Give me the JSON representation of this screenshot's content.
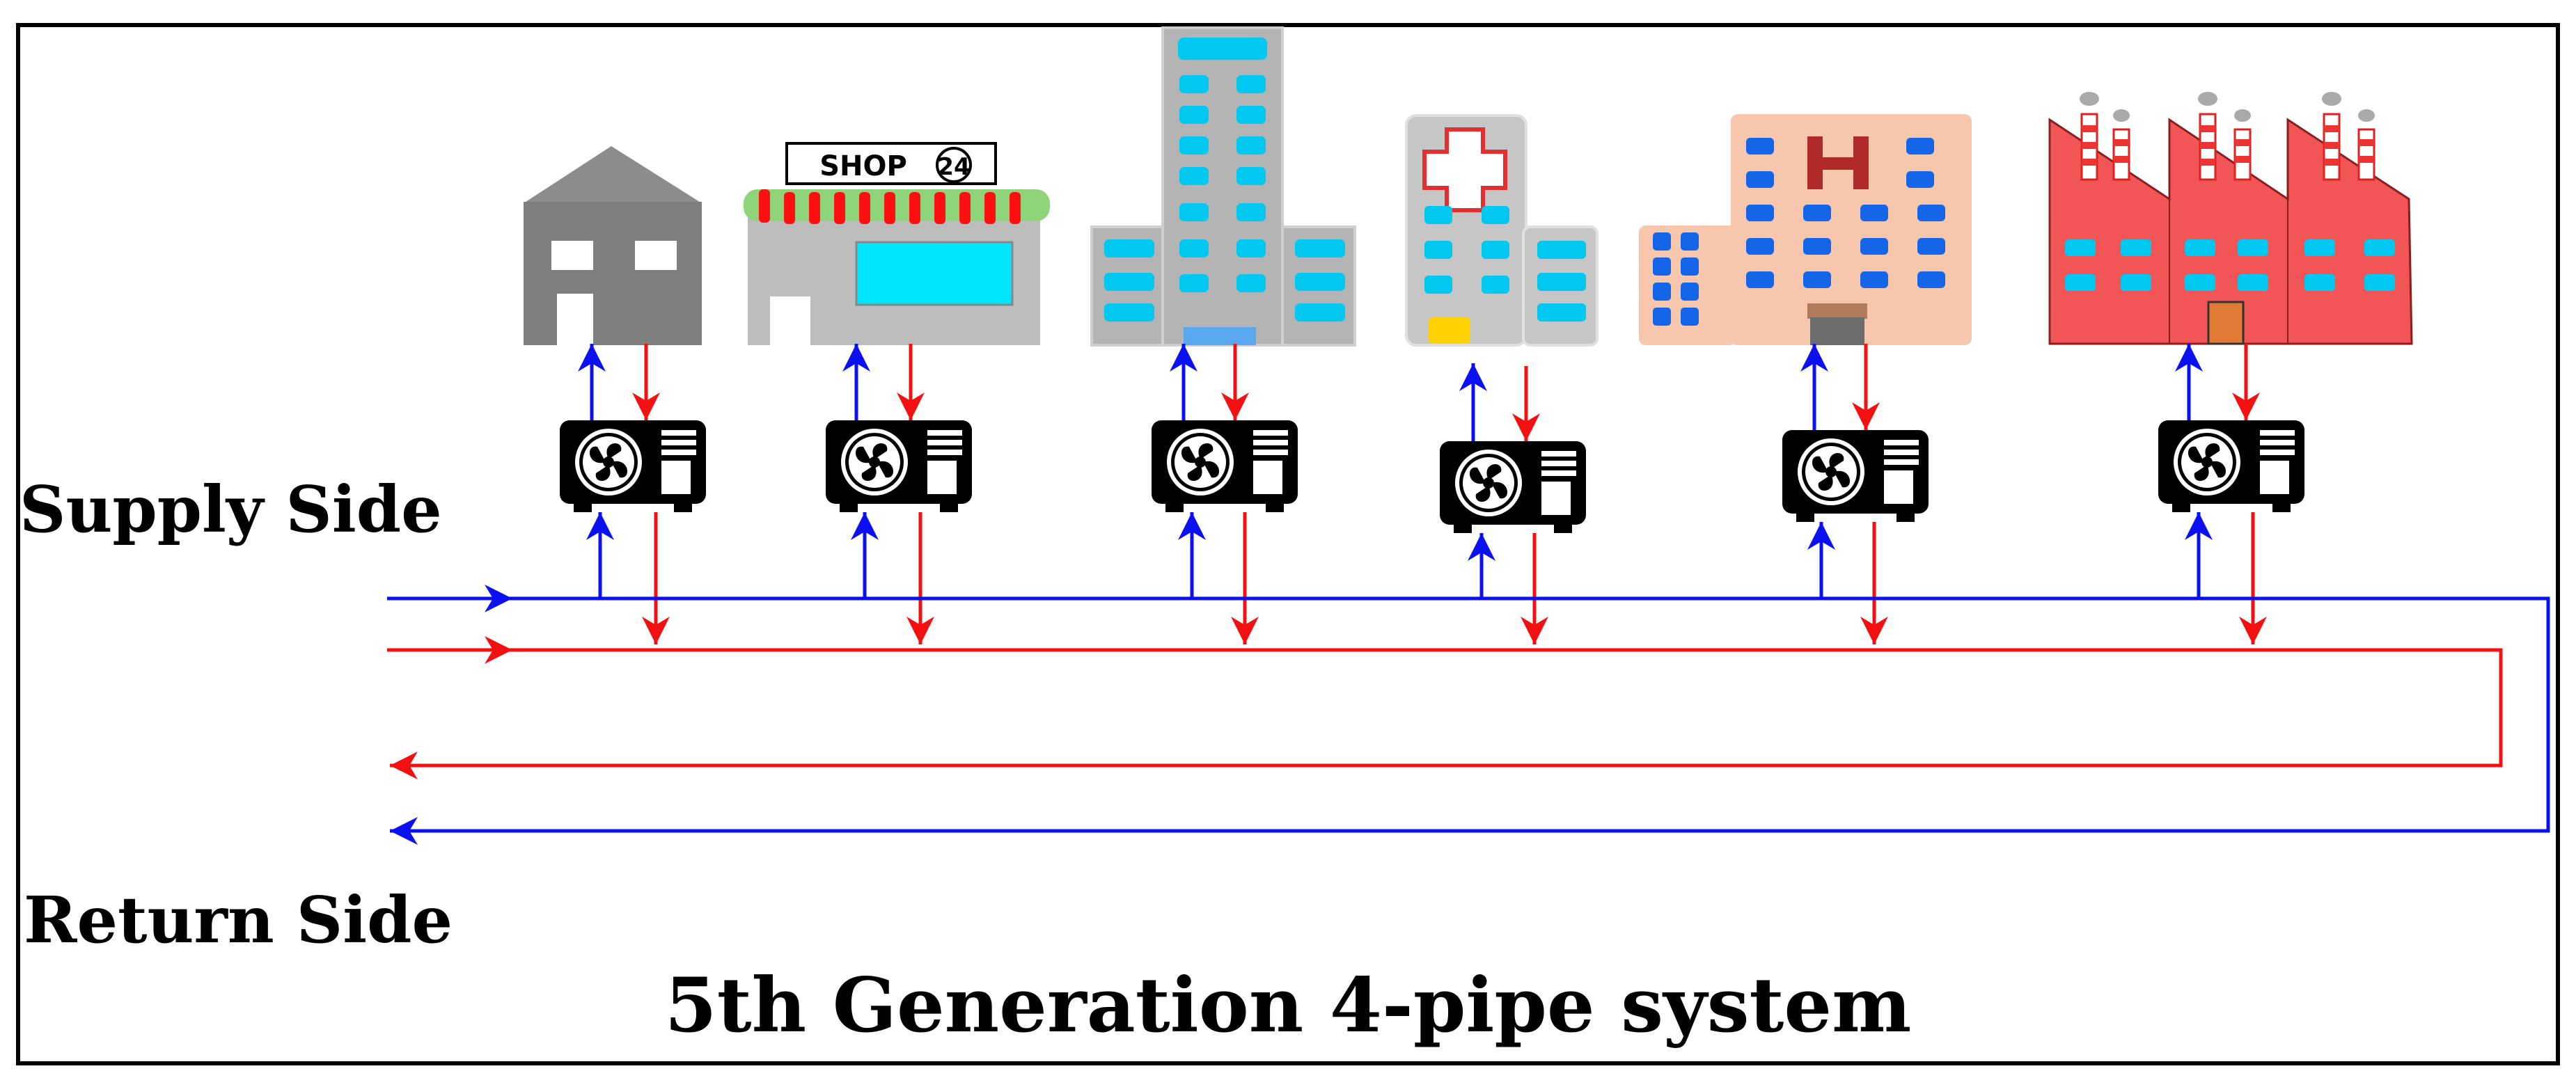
{
  "labels": {
    "supply_side": "Supply Side",
    "return_side": "Return Side",
    "title": "5th Generation 4-pipe system"
  },
  "shop_sign": {
    "text": "SHOP",
    "number": "24"
  },
  "buildings": [
    {
      "kind": "house",
      "icon": "house-icon"
    },
    {
      "kind": "shop",
      "icon": "shop-icon"
    },
    {
      "kind": "office-tower",
      "icon": "office-tower-icon"
    },
    {
      "kind": "clinic",
      "icon": "clinic-cross-icon"
    },
    {
      "kind": "hotel",
      "icon": "hotel-icon"
    },
    {
      "kind": "factory",
      "icon": "factory-icon"
    }
  ],
  "colors": {
    "cold_pipe": "#0a10f0",
    "warm_pipe": "#f21010",
    "frame": "#000000",
    "house_grey": "#808080",
    "shop_grey": "#bdbdbd",
    "tower_grey": "#b4b4b4",
    "window_cyan": "#00d4f5",
    "hotel_peach": "#f6c7ad",
    "hotel_window_blue": "#1565e8",
    "hotel_letter": "#b02a2a",
    "factory_red": "#f25555",
    "clinic_cross_red": "#e23030"
  }
}
